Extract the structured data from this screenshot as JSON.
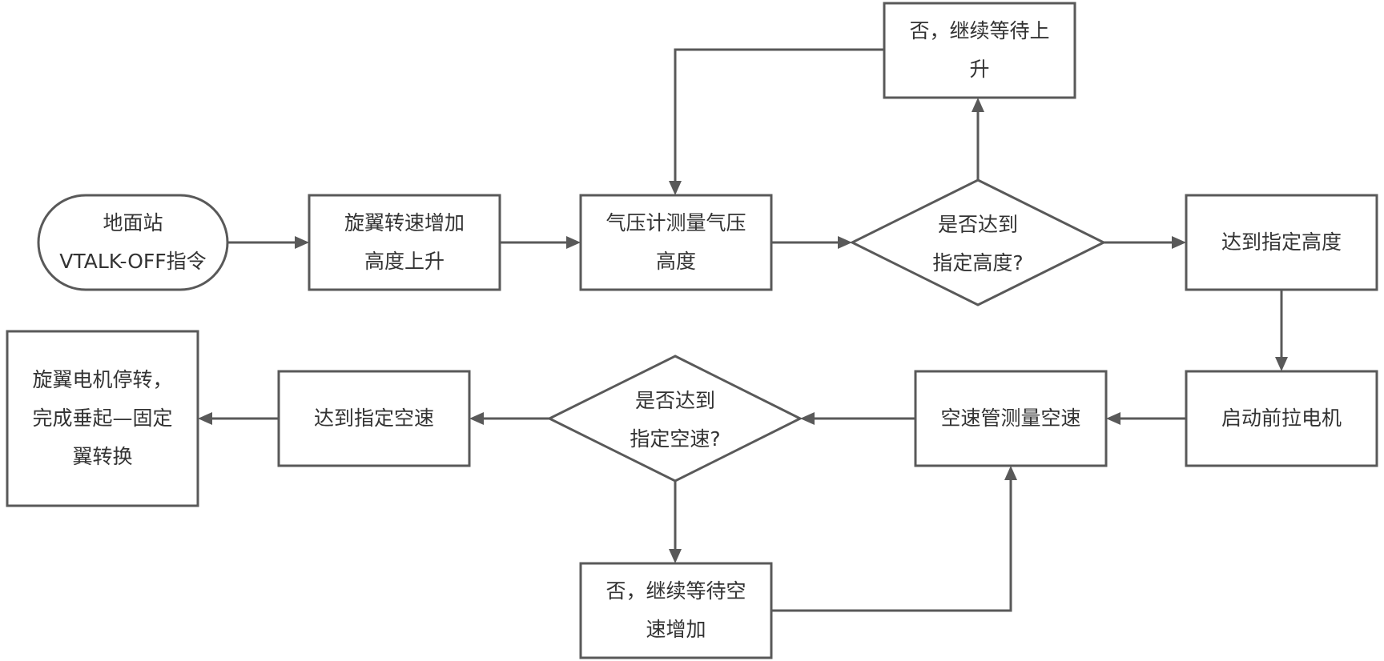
{
  "nodes": {
    "ground_station": {
      "line1": "地面站",
      "line2": "VTALK-OFF指令"
    },
    "rotor_speed_up": {
      "line1": "旋翼转速增加",
      "line2": "高度上升"
    },
    "baro_measure": {
      "line1": "气压计测量气压",
      "line2": "高度"
    },
    "altitude_check": {
      "line1": "是否达到",
      "line2": "指定高度?"
    },
    "wait_climb": {
      "line1": "否，继续等待上",
      "line2": "升"
    },
    "altitude_reached": {
      "line1": "达到指定高度"
    },
    "start_pusher": {
      "line1": "启动前拉电机"
    },
    "pitot_measure": {
      "line1": "空速管测量空速"
    },
    "airspeed_check": {
      "line1": "是否达到",
      "line2": "指定空速?"
    },
    "wait_airspeed": {
      "line1": "否，继续等待空",
      "line2": "速增加"
    },
    "airspeed_reached": {
      "line1": "达到指定空速"
    },
    "transition_done": {
      "line1": "旋翼电机停转，",
      "line2": "完成垂起—固定",
      "line3": "翼转换"
    }
  },
  "colors": {
    "stroke": "#595959",
    "text": "#333333",
    "fill": "#ffffff"
  }
}
